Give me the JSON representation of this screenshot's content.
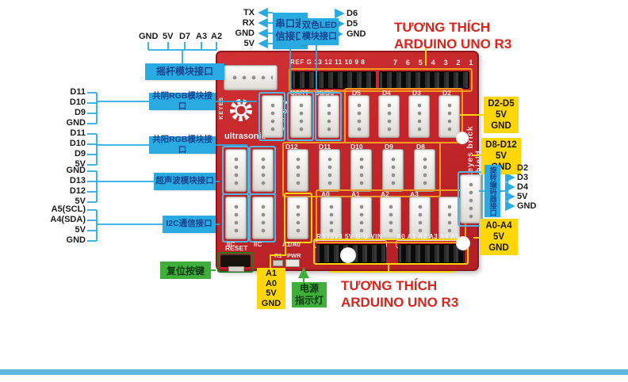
{
  "colors": {
    "board_red": "#c4272b",
    "label_blue": "#29abe2",
    "label_blue_text": "#17418f",
    "label_yellow": "#ffd60a",
    "label_green": "#3fae3b",
    "accent_red": "#da251d",
    "line_yellow": "#fed304",
    "bottom_bar_blue": "#5fb5dc"
  },
  "board": {
    "silk_top_left": "REF G 13 12 11 10 9 8",
    "silk_top_right": "7 6 5 4 3 2 1 0",
    "brand_vertical": "keyes brick shield",
    "brand_logo": "KEYES",
    "ultrasonic": "ultrasonic",
    "uart": "UART",
    "uart_pins": [
      "TX",
      "RX",
      "G",
      "V"
    ],
    "row1_labels": [
      "D6/D5",
      "D5",
      "D4",
      "D3",
      "D2"
    ],
    "row2_labels": [
      "D12",
      "D11",
      "D10",
      "D9",
      "D8"
    ],
    "row3_labels": [
      "A0",
      "A1",
      "A2",
      "A3"
    ],
    "iic1": "IIC",
    "iic2": "IIC",
    "a1a0": "A1/A0",
    "reset": "RESET",
    "r1": "R1",
    "pwr": "PWR",
    "silk_bottom_left": "RST3V3 5V G G VIN",
    "silk_bottom_right": "A0 A1 A2 A3 A4 A5"
  },
  "callouts": {
    "joystick": {
      "pins": [
        "GND",
        "5V",
        "D7",
        "A3",
        "A2"
      ],
      "label": "摇杆模块接口"
    },
    "serial": {
      "pins": [
        "TX",
        "RX",
        "GND",
        "5V"
      ],
      "label": "串口通信接口"
    },
    "bicolor_led": {
      "label": "双色LED模块接口",
      "pins": [
        "D6",
        "D5",
        "GND"
      ]
    },
    "compat_top": {
      "line1": "TƯƠNG THÍCH",
      "line2": "ARDUINO UNO R3"
    },
    "rgb_cathode": {
      "pins": [
        "D11",
        "D10",
        "D9",
        "GND"
      ],
      "label": "共阴RGB模块接口"
    },
    "rgb_anode": {
      "pins": [
        "D11",
        "D10",
        "D9",
        "5V"
      ],
      "label": "共阳RGB模块接口"
    },
    "ultrasonic": {
      "pins": [
        "GND",
        "D13",
        "D12",
        "5V"
      ],
      "label": "超声波模块接口"
    },
    "i2c": {
      "pins": [
        "A5(SCL)",
        "A4(SDA)",
        "5V",
        "GND"
      ],
      "label": "I2C通信接口"
    },
    "reset": {
      "label": "复位按键"
    },
    "analog_power": {
      "lines": [
        "A1",
        "A0",
        "5V",
        "GND"
      ]
    },
    "power_led": {
      "line1": "电源",
      "line2": "指示灯"
    },
    "compat_bottom": {
      "line1": "TƯƠNG THÍCH",
      "line2": "ARDUINO UNO R3"
    },
    "d2_d5": {
      "lines": [
        "D2-D5",
        "5V",
        "GND"
      ]
    },
    "d8_d12": {
      "lines": [
        "D8-D12",
        "5V",
        "GND"
      ]
    },
    "rotary": {
      "label": "旋转编码器接口",
      "pins": [
        "D2",
        "D3",
        "D4",
        "5V",
        "GND"
      ]
    },
    "a0_a4": {
      "lines": [
        "A0-A4",
        "5V",
        "GND"
      ]
    }
  }
}
